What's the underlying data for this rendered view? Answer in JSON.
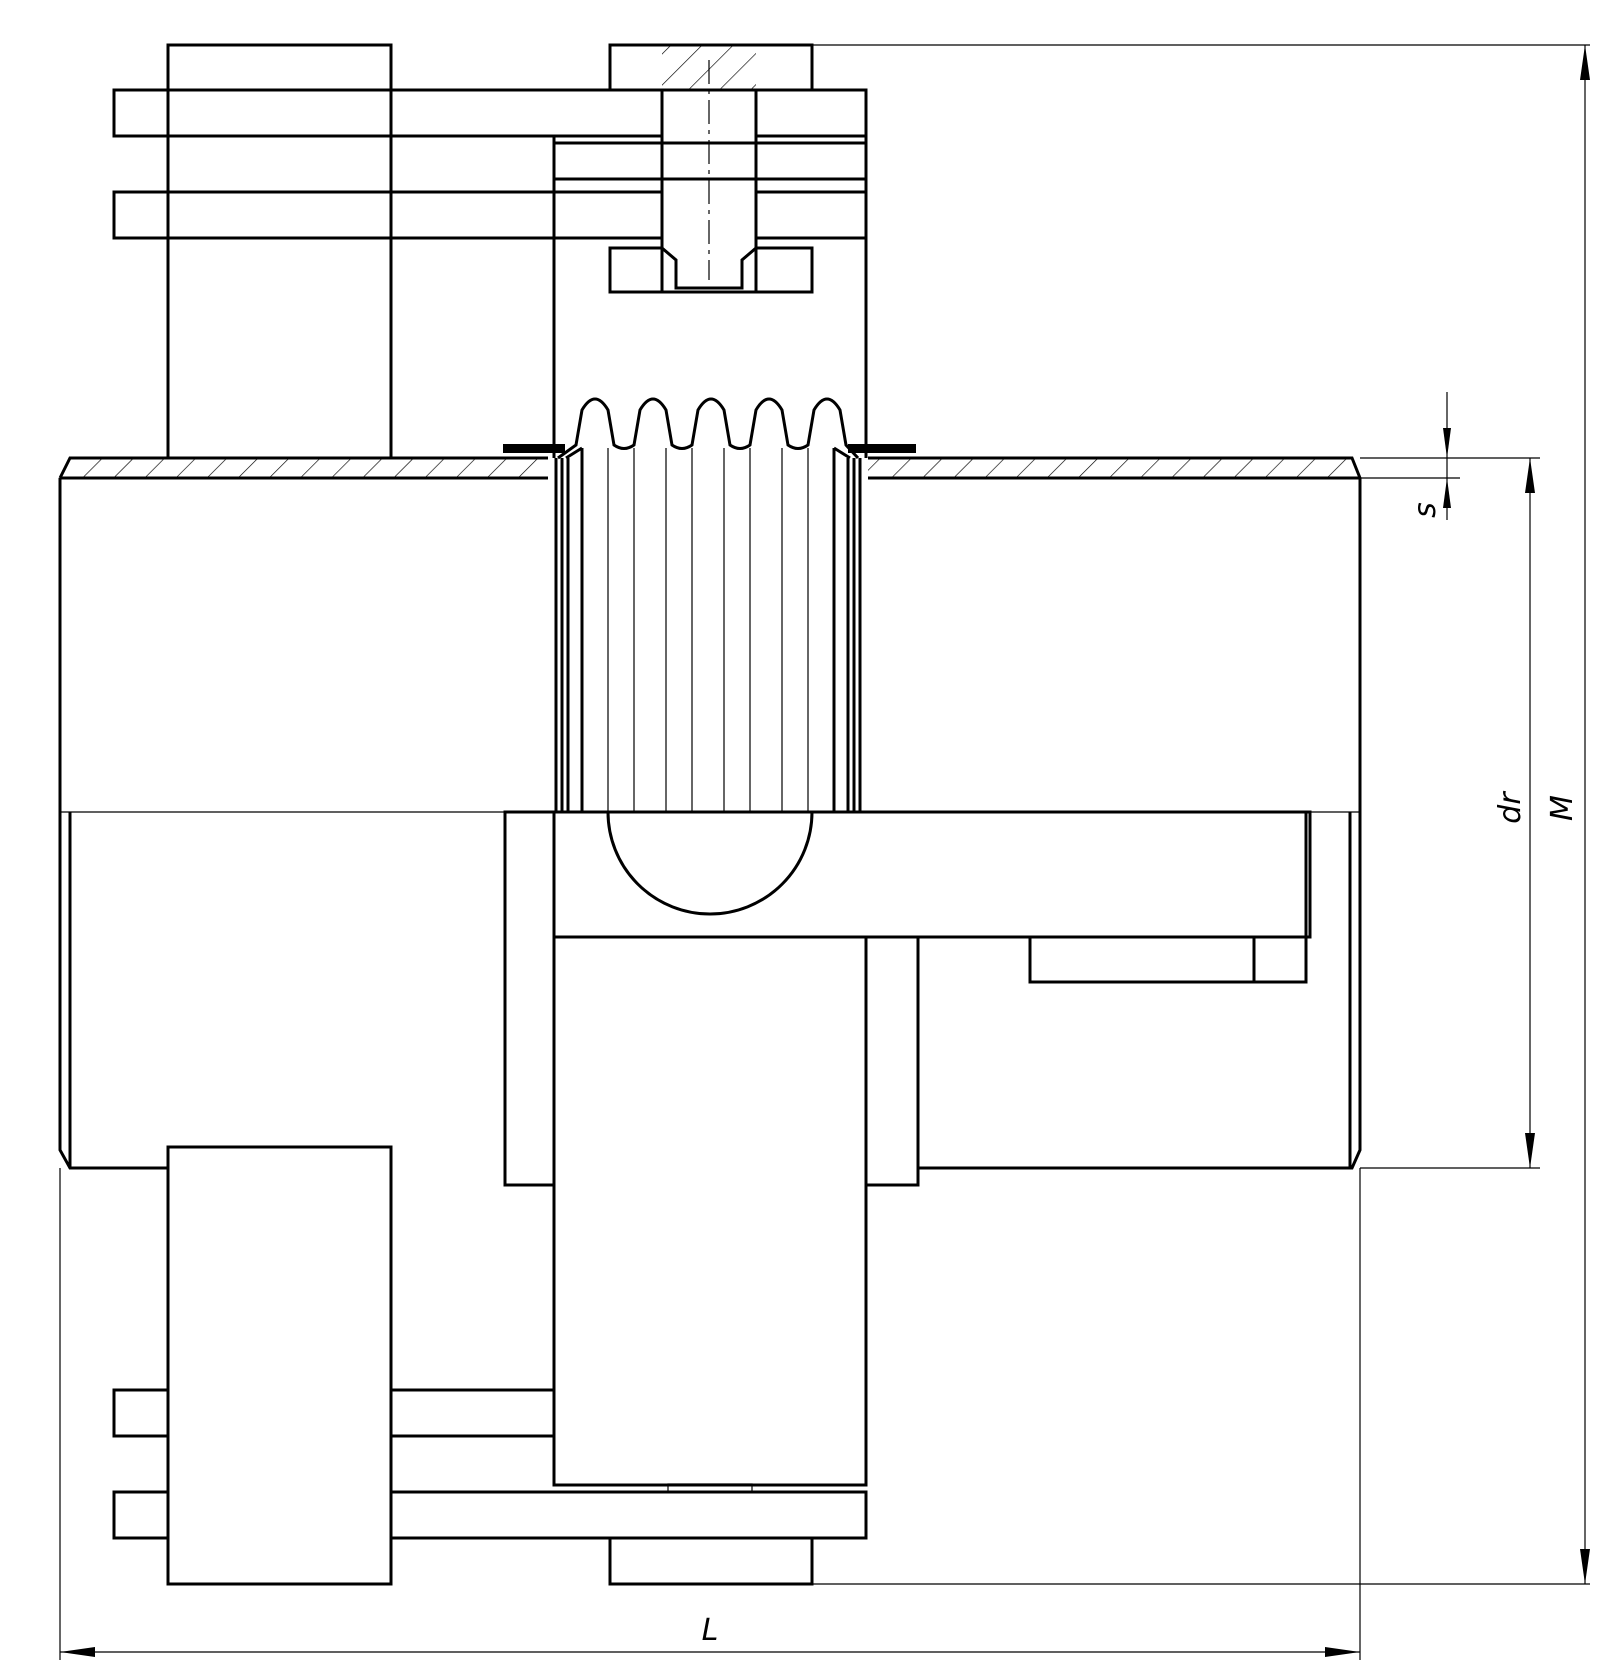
{
  "drawing": {
    "description_colors": {
      "line": "#000000",
      "background": "#ffffff"
    },
    "dimensions": {
      "s": "s",
      "dr": "dr",
      "m": "M",
      "l": "L"
    }
  }
}
